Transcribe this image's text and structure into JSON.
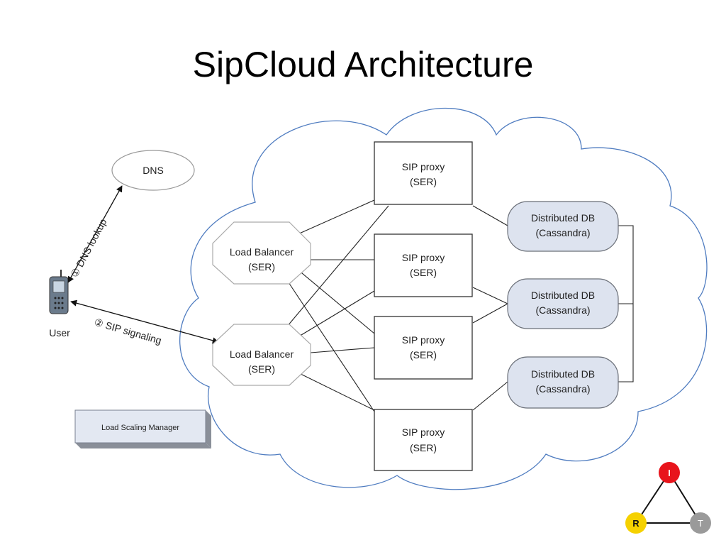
{
  "title": "SipCloud Architecture",
  "dns": {
    "label": "DNS"
  },
  "user": {
    "label": "User"
  },
  "arrows": {
    "dns_lookup": "① DNS lookup",
    "sip_signaling": "② SIP signaling"
  },
  "load_balancers": [
    {
      "line1": "Load Balancer",
      "line2": "(SER)"
    },
    {
      "line1": "Load Balancer",
      "line2": "(SER)"
    }
  ],
  "sip_proxies": [
    {
      "line1": "SIP proxy",
      "line2": "(SER)"
    },
    {
      "line1": "SIP proxy",
      "line2": "(SER)"
    },
    {
      "line1": "SIP proxy",
      "line2": "(SER)"
    },
    {
      "line1": "SIP proxy",
      "line2": "(SER)"
    }
  ],
  "databases": [
    {
      "line1": "Distributed DB",
      "line2": "(Cassandra)"
    },
    {
      "line1": "Distributed DB",
      "line2": "(Cassandra)"
    },
    {
      "line1": "Distributed DB",
      "line2": "(Cassandra)"
    }
  ],
  "load_scaling_manager": {
    "label": "Load Scaling Manager"
  },
  "logo": {
    "top": "I",
    "left": "R",
    "right": "T",
    "top_color": "#e8141c",
    "left_color": "#f5d100",
    "right_color": "#9a9a9a"
  },
  "colors": {
    "cloud_stroke": "#4f7cc0",
    "db_fill": "#dde3ef"
  }
}
